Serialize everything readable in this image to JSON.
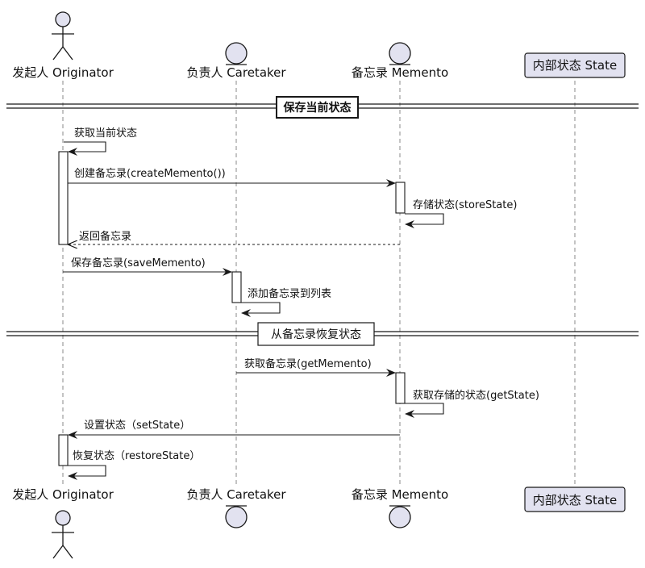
{
  "colors": {
    "participant_fill": "#E2E2F0",
    "participant_stroke": "#181818",
    "line": "#181818",
    "lifeline": "#888888"
  },
  "participants": [
    {
      "id": "originator",
      "name": "发起人 Originator",
      "shape": "actor"
    },
    {
      "id": "caretaker",
      "name": "负责人 Caretaker",
      "shape": "entity"
    },
    {
      "id": "memento",
      "name": "备忘录 Memento",
      "shape": "entity"
    },
    {
      "id": "state",
      "name": "内部状态 State",
      "shape": "box"
    }
  ],
  "dividers": [
    {
      "label": "保存当前状态",
      "bold": true
    },
    {
      "label": "从备忘录恢复状态",
      "bold": false
    }
  ],
  "messages": [
    {
      "from": "originator",
      "to": "originator",
      "label": "获取当前状态",
      "style": "solid"
    },
    {
      "from": "originator",
      "to": "memento",
      "label": "创建备忘录(createMemento())",
      "style": "solid"
    },
    {
      "from": "memento",
      "to": "memento",
      "label": "存储状态(storeState)",
      "style": "solid"
    },
    {
      "from": "memento",
      "to": "originator",
      "label": "返回备忘录",
      "style": "dashed"
    },
    {
      "from": "originator",
      "to": "caretaker",
      "label": "保存备忘录(saveMemento)",
      "style": "solid"
    },
    {
      "from": "caretaker",
      "to": "caretaker",
      "label": "添加备忘录到列表",
      "style": "solid"
    },
    {
      "from": "caretaker",
      "to": "memento",
      "label": "获取备忘录(getMemento)",
      "style": "solid"
    },
    {
      "from": "memento",
      "to": "memento",
      "label": "获取存储的状态(getState)",
      "style": "solid"
    },
    {
      "from": "memento",
      "to": "originator",
      "label": "设置状态（setState）",
      "style": "solid"
    },
    {
      "from": "originator",
      "to": "originator",
      "label": "恢复状态（restoreState）",
      "style": "solid"
    }
  ]
}
